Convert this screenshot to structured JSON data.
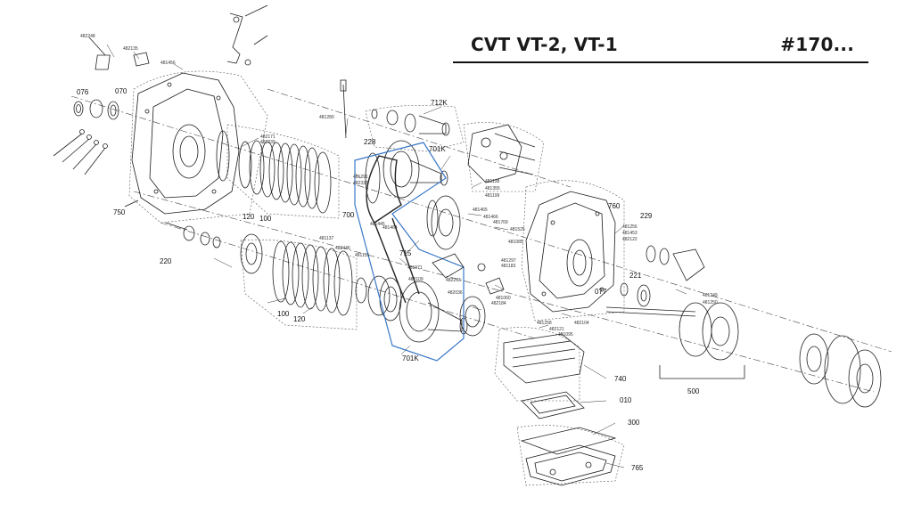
{
  "header": {
    "title_left": "CVT VT-2, VT-1",
    "title_right": "#170..."
  },
  "callouts": [
    {
      "id": "c-076",
      "text": "076",
      "size": "big"
    },
    {
      "id": "c-070",
      "text": "070",
      "size": "big"
    },
    {
      "id": "c-750",
      "text": "750",
      "size": "big"
    },
    {
      "id": "c-120a",
      "text": "120",
      "size": "big"
    },
    {
      "id": "c-100a",
      "text": "100",
      "size": "big"
    },
    {
      "id": "c-220",
      "text": "220",
      "size": "big"
    },
    {
      "id": "c-100b",
      "text": "100",
      "size": "big"
    },
    {
      "id": "c-120b",
      "text": "120",
      "size": "big"
    },
    {
      "id": "c-228",
      "text": "228",
      "size": "big"
    },
    {
      "id": "c-712K",
      "text": "712K",
      "size": "big"
    },
    {
      "id": "c-701Ka",
      "text": "701K",
      "size": "big"
    },
    {
      "id": "c-700",
      "text": "700",
      "size": "big"
    },
    {
      "id": "c-715",
      "text": "715",
      "size": "big"
    },
    {
      "id": "c-701Kb",
      "text": "701K",
      "size": "big"
    },
    {
      "id": "c-760",
      "text": "760",
      "size": "big"
    },
    {
      "id": "c-229",
      "text": "229",
      "size": "big"
    },
    {
      "id": "c-221",
      "text": "221",
      "size": "big"
    },
    {
      "id": "c-077",
      "text": "077",
      "size": "big"
    },
    {
      "id": "c-500",
      "text": "500",
      "size": "big"
    },
    {
      "id": "c-740",
      "text": "740",
      "size": "big"
    },
    {
      "id": "c-010",
      "text": "010",
      "size": "big"
    },
    {
      "id": "c-300",
      "text": "300",
      "size": "big"
    },
    {
      "id": "c-765",
      "text": "765",
      "size": "big"
    },
    {
      "id": "s-482248",
      "text": "482248",
      "size": "small"
    },
    {
      "id": "s-482135",
      "text": "482135",
      "size": "small"
    },
    {
      "id": "s-481456",
      "text": "481456",
      "size": "small"
    },
    {
      "id": "s-481280",
      "text": "481280",
      "size": "small"
    },
    {
      "id": "s-482171",
      "text": "482171",
      "size": "small"
    },
    {
      "id": "s-482239",
      "text": "482239",
      "size": "small"
    },
    {
      "id": "s-481291",
      "text": "481291",
      "size": "small"
    },
    {
      "id": "s-482333",
      "text": "482333",
      "size": "small"
    },
    {
      "id": "s-481138",
      "text": "481138",
      "size": "small"
    },
    {
      "id": "s-481355",
      "text": "481355",
      "size": "small"
    },
    {
      "id": "s-481199",
      "text": "481199",
      "size": "small"
    },
    {
      "id": "s-481465",
      "text": "481465",
      "size": "small"
    },
    {
      "id": "s-481466",
      "text": "481466",
      "size": "small"
    },
    {
      "id": "s-481769",
      "text": "481769",
      "size": "small"
    },
    {
      "id": "s-481525",
      "text": "481525",
      "size": "small"
    },
    {
      "id": "s-481085",
      "text": "481085",
      "size": "small"
    },
    {
      "id": "s-481445",
      "text": "481445",
      "size": "small"
    },
    {
      "id": "s-481464",
      "text": "481464",
      "size": "small"
    },
    {
      "id": "s-481137",
      "text": "481137",
      "size": "small"
    },
    {
      "id": "s-482446",
      "text": "482446",
      "size": "small"
    },
    {
      "id": "s-481135",
      "text": "481135",
      "size": "small"
    },
    {
      "id": "s-481297",
      "text": "481297",
      "size": "small"
    },
    {
      "id": "s-481183",
      "text": "481183",
      "size": "small"
    },
    {
      "id": "s-481971",
      "text": "481971",
      "size": "small"
    },
    {
      "id": "s-482293",
      "text": "482293",
      "size": "small"
    },
    {
      "id": "s-482109",
      "text": "482109",
      "size": "small"
    },
    {
      "id": "s-482036",
      "text": "482036",
      "size": "small"
    },
    {
      "id": "s-481060",
      "text": "481060",
      "size": "small"
    },
    {
      "id": "s-482184",
      "text": "482184",
      "size": "small"
    },
    {
      "id": "s-481256",
      "text": "481256",
      "size": "small"
    },
    {
      "id": "s-481453",
      "text": "481453",
      "size": "small"
    },
    {
      "id": "s-482122",
      "text": "482122",
      "size": "small"
    },
    {
      "id": "s-481249",
      "text": "481249",
      "size": "small"
    },
    {
      "id": "s-481250",
      "text": "481250",
      "size": "small"
    },
    {
      "id": "s-482104",
      "text": "482104",
      "size": "small"
    },
    {
      "id": "s-481258",
      "text": "481258",
      "size": "small"
    },
    {
      "id": "s-482121",
      "text": "482121",
      "size": "small"
    },
    {
      "id": "s-481095",
      "text": "481095",
      "size": "small"
    }
  ]
}
